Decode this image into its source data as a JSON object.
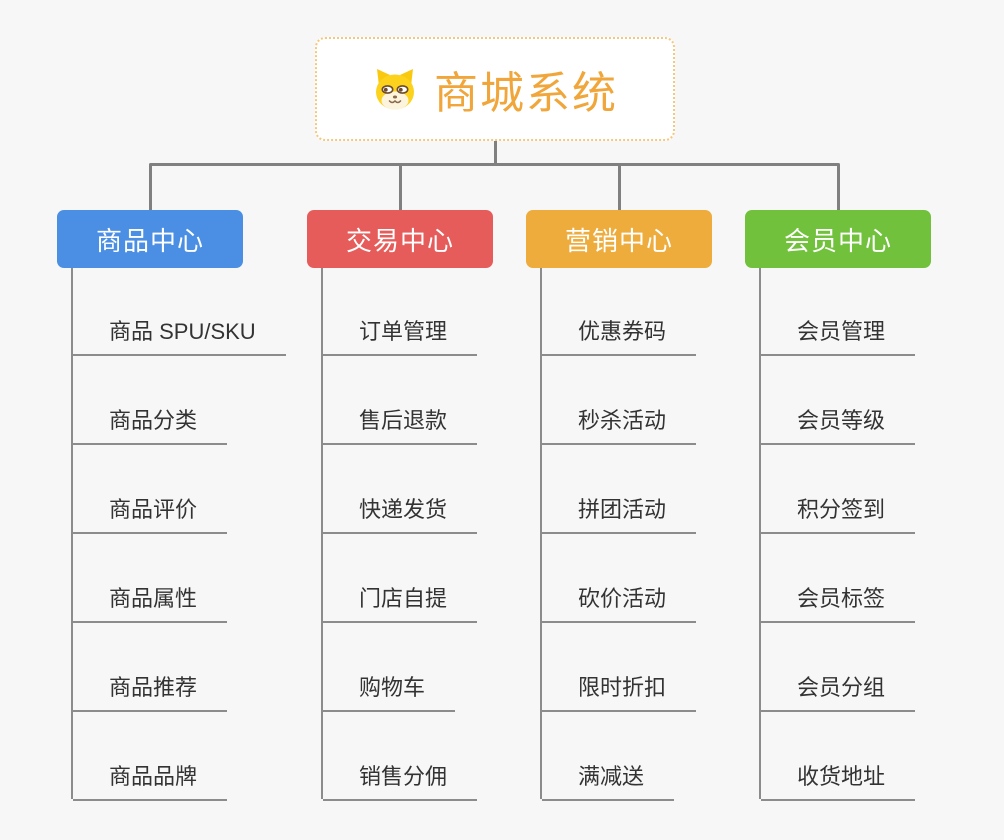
{
  "page": {
    "background_color": "#f7f7f7",
    "connector_color": "#808080",
    "leaf_text_color": "#333333"
  },
  "root": {
    "title": "商城系统",
    "title_color": "#f0a63a",
    "border_color": "#f5c87e",
    "icon": "shiba-dog-icon"
  },
  "branches": [
    {
      "label": "商品中心",
      "color": "#4a8fe4",
      "items": [
        "商品 SPU/SKU",
        "商品分类",
        "商品评价",
        "商品属性",
        "商品推荐",
        "商品品牌"
      ]
    },
    {
      "label": "交易中心",
      "color": "#e55c5a",
      "items": [
        "订单管理",
        "售后退款",
        "快递发货",
        "门店自提",
        "购物车",
        "销售分佣"
      ]
    },
    {
      "label": "营销中心",
      "color": "#edac3c",
      "items": [
        "优惠券码",
        "秒杀活动",
        "拼团活动",
        "砍价活动",
        "限时折扣",
        "满减送"
      ]
    },
    {
      "label": "会员中心",
      "color": "#71c13d",
      "items": [
        "会员管理",
        "会员等级",
        "积分签到",
        "会员标签",
        "会员分组",
        "收货地址"
      ]
    }
  ]
}
